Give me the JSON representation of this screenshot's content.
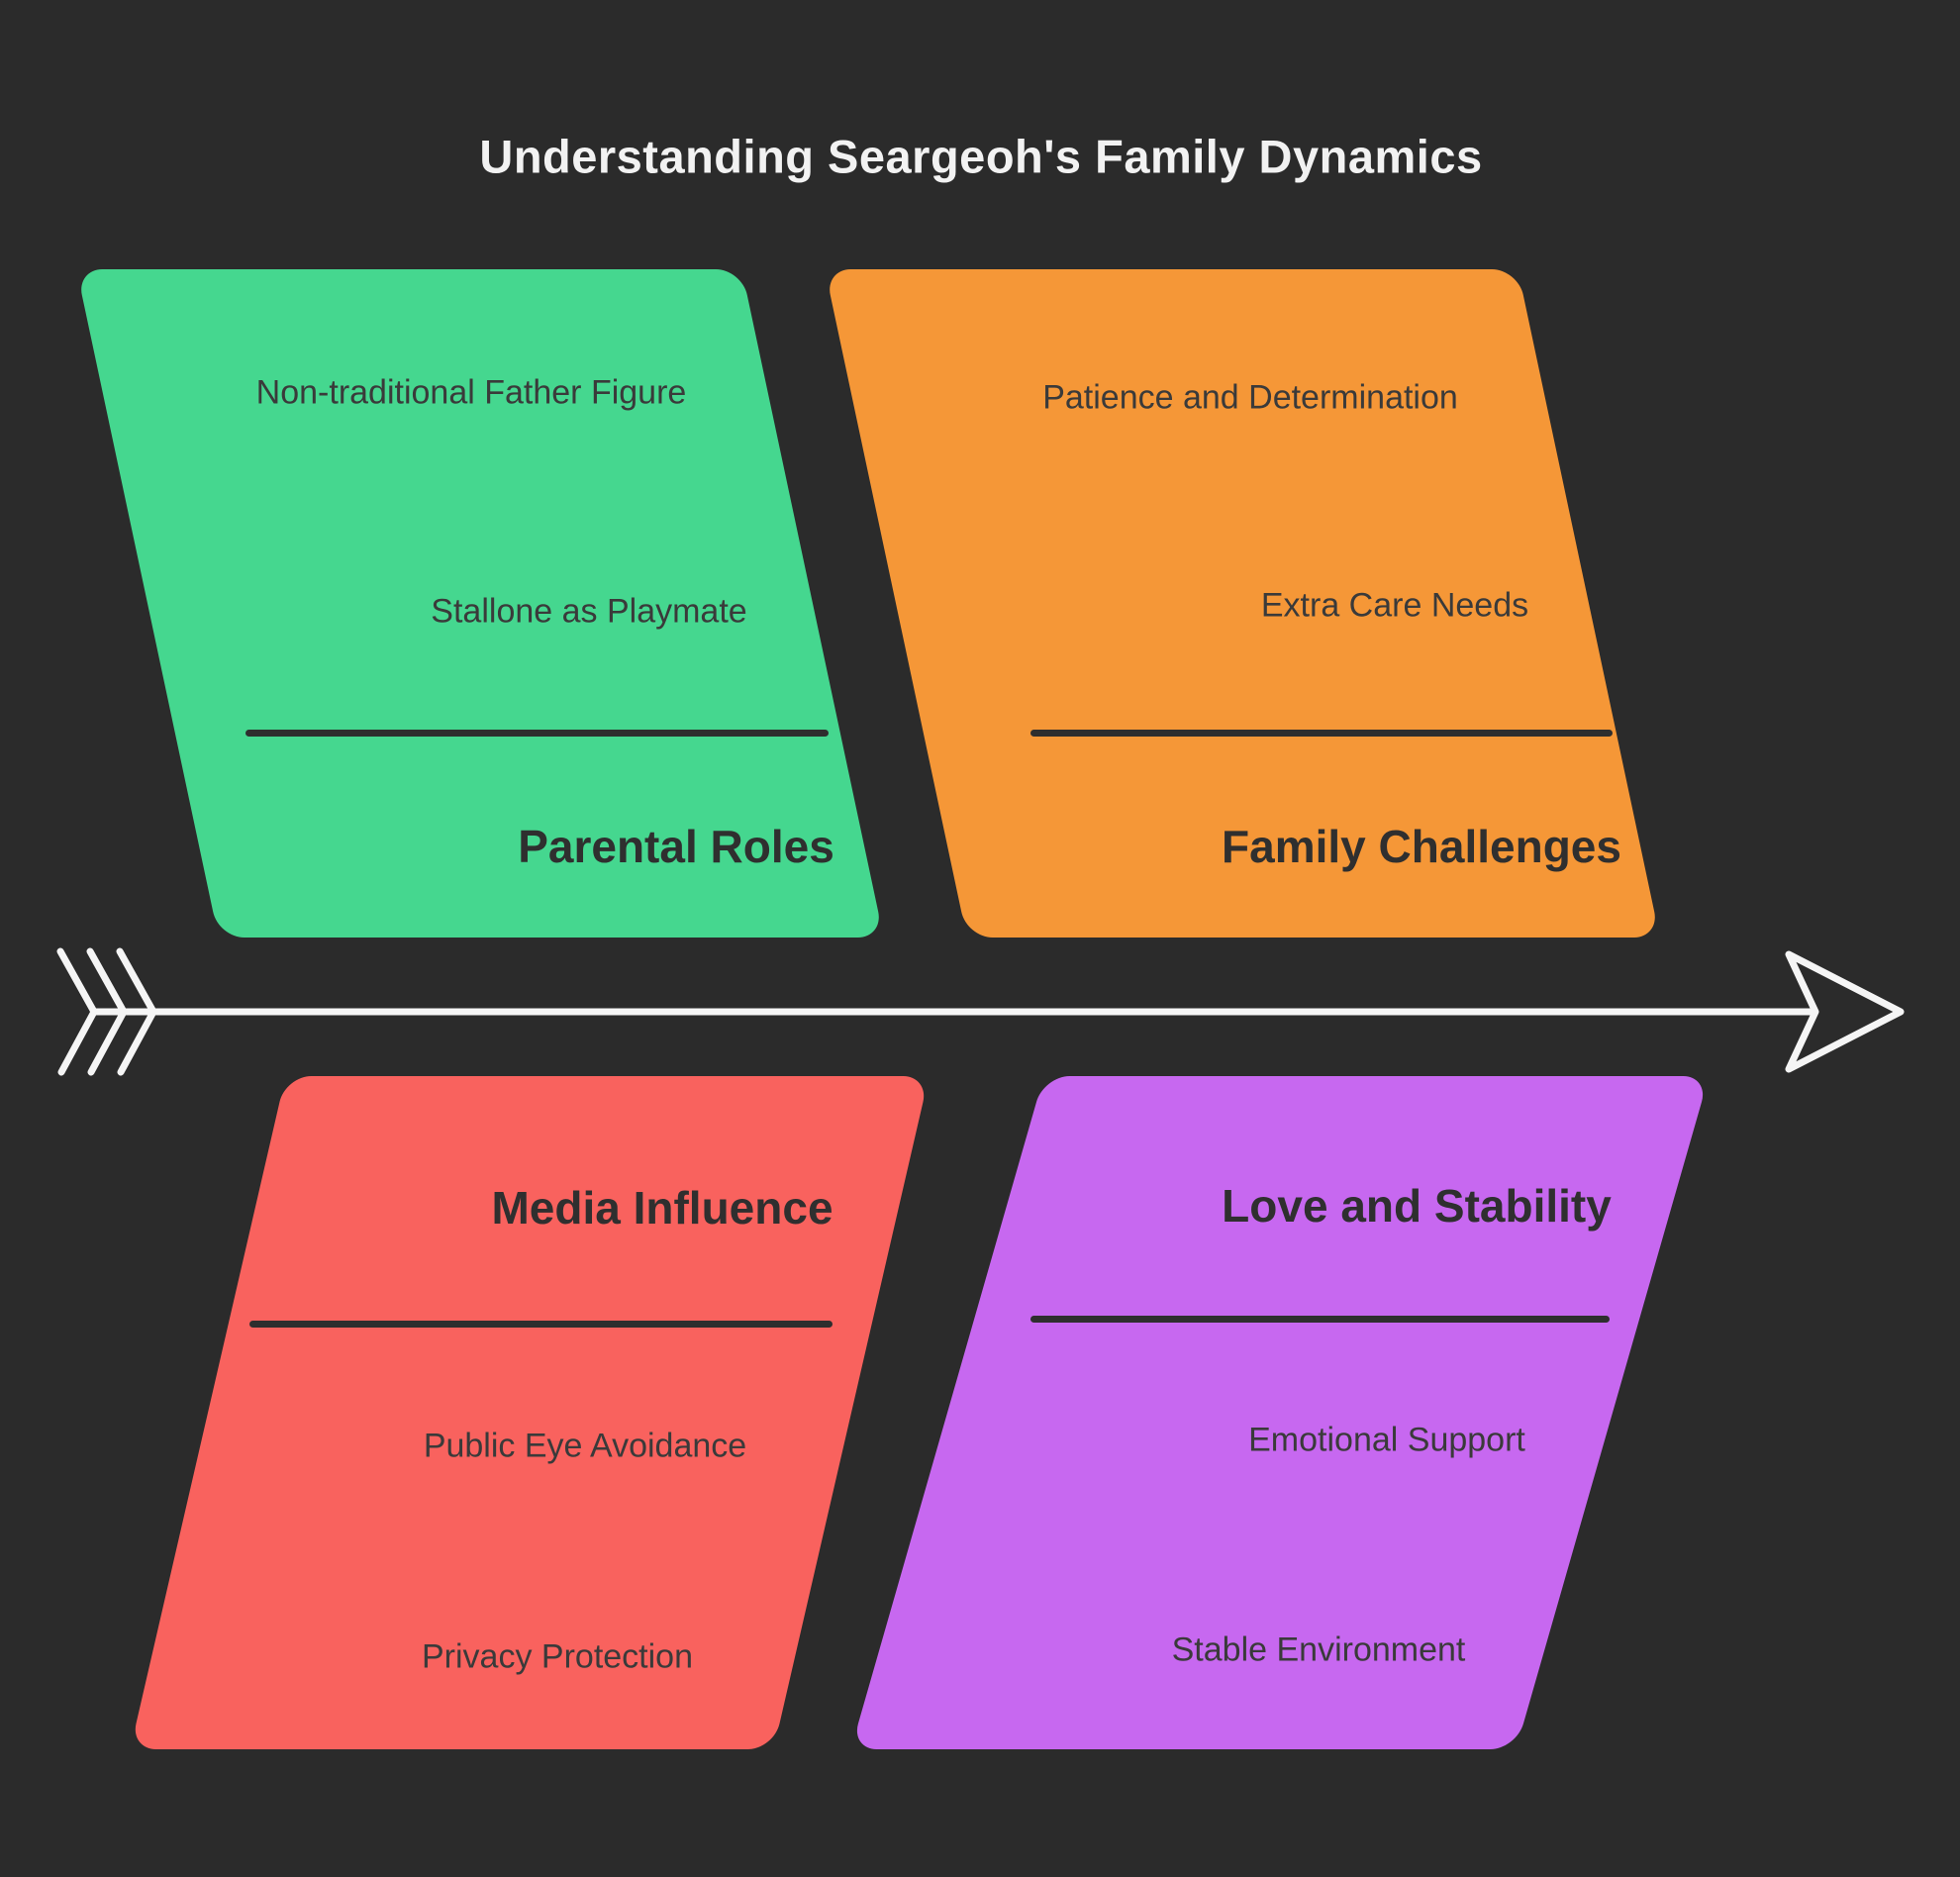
{
  "title": "Understanding Seargeoh's Family Dynamics",
  "colors": {
    "background": "#2b2b2b",
    "arrow": "#f5f5f5",
    "title_text": "#f2f2f2",
    "dark_text": "#333333",
    "green": "#45d78f",
    "orange": "#f59737",
    "red": "#f9625e",
    "purple": "#c768f0"
  },
  "quadrants": [
    {
      "id": "parental-roles",
      "position": "top-left",
      "color": "#45d78f",
      "heading": "Parental Roles",
      "items": [
        "Non-traditional Father Figure",
        "Stallone as Playmate"
      ]
    },
    {
      "id": "family-challenges",
      "position": "top-right",
      "color": "#f59737",
      "heading": "Family Challenges",
      "items": [
        "Patience and Determination",
        "Extra Care Needs"
      ]
    },
    {
      "id": "media-influence",
      "position": "bottom-left",
      "color": "#f9625e",
      "heading": "Media Influence",
      "items": [
        "Public Eye Avoidance",
        "Privacy Protection"
      ]
    },
    {
      "id": "love-and-stability",
      "position": "bottom-right",
      "color": "#c768f0",
      "heading": "Love and Stability",
      "items": [
        "Emotional Support",
        "Stable Environment"
      ]
    }
  ],
  "arrow": {
    "direction": "right",
    "feather_count": 3
  }
}
